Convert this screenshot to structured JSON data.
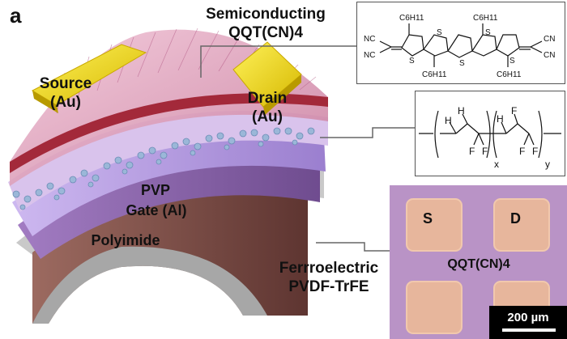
{
  "panel_label": "a",
  "labels": {
    "semiconducting_line1": "Semiconducting",
    "semiconducting_line2": "QQT(CN)4",
    "source_line1": "Source",
    "source_line2": "(Au)",
    "drain_line1": "Drain",
    "drain_line2": "(Au)",
    "pvp": "PVP",
    "gate": "Gate (Al)",
    "polyimide": "Polyimide",
    "ferroelectric_line1": "Ferrroelectric",
    "ferroelectric_line2": "PVDF-TrFE"
  },
  "qqt_structure": {
    "nc_top": "NC",
    "nc_bottom": "NC",
    "cn_top": "CN",
    "cn_bottom": "CN",
    "sulfur": "S",
    "hexyl_top_1": "C6H11",
    "hexyl_top_2": "C6H11",
    "hexyl_bottom_1": "C6H11",
    "hexyl_bottom_2": "C6H11"
  },
  "pvdf_structure": {
    "h": "H",
    "f": "F",
    "sub_x": "x",
    "sub_y": "y"
  },
  "micrograph": {
    "pad_s": "S",
    "pad_d": "D",
    "material": "QQT(CN)4",
    "scale_bar": "200 µm"
  },
  "colors": {
    "gold_electrode": "#f2e11b",
    "semiconductor_film": "#e3a3bd",
    "pvdf_layer": "#c7a3d9",
    "pvp_layer": "#b79ae0",
    "gate_layer": "#8a63a6",
    "polyimide_layer": "#7b4b45",
    "micrograph_background": "#b993c6",
    "micrograph_pad": "#e7b69c"
  }
}
